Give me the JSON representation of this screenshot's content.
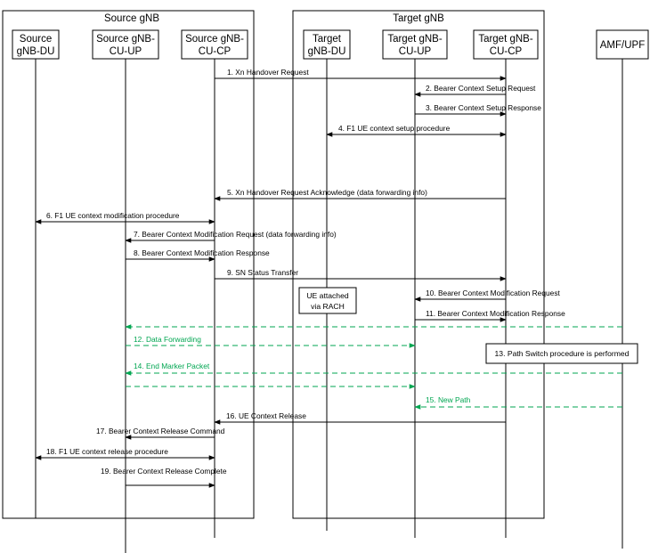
{
  "groups": {
    "source": "Source gNB",
    "target": "Target gNB"
  },
  "entities": [
    {
      "l1": "Source",
      "l2": "gNB-DU"
    },
    {
      "l1": "Source gNB-",
      "l2": "CU-UP"
    },
    {
      "l1": "Source  gNB-",
      "l2": "CU-CP"
    },
    {
      "l1": "Target",
      "l2": "gNB-DU"
    },
    {
      "l1": "Target gNB-",
      "l2": "CU-UP"
    },
    {
      "l1": "Target gNB-",
      "l2": "CU-CP"
    },
    {
      "l1": "AMF/UPF",
      "l2": ""
    }
  ],
  "messages": [
    "1. Xn Handover Request",
    "2. Bearer Context Setup Request",
    "3. Bearer Context Setup Response",
    "4. F1 UE context setup procedure",
    "5. Xn Handover Request Acknowledge (data forwarding info)",
    "6. F1 UE context modification procedure",
    "7. Bearer Context Modification Request (data forwarding info)",
    "8. Bearer Context Modification Response",
    "9. SN Status Transfer",
    "10. Bearer Context Modification Request",
    "11. Bearer Context Modification Response",
    "12. Data Forwarding",
    "14. End Marker Packet",
    "15. New Path",
    "16. UE Context Release",
    "17. Bearer Context Release Command",
    "18. F1 UE context release procedure",
    "19. Bearer Context Release Complete"
  ],
  "notes": {
    "rach_l1": "UE attached",
    "rach_l2": "via RACH",
    "path_switch": "13. Path Switch procedure is performed"
  },
  "colors": {
    "line": "#000000",
    "green": "#00a651"
  }
}
